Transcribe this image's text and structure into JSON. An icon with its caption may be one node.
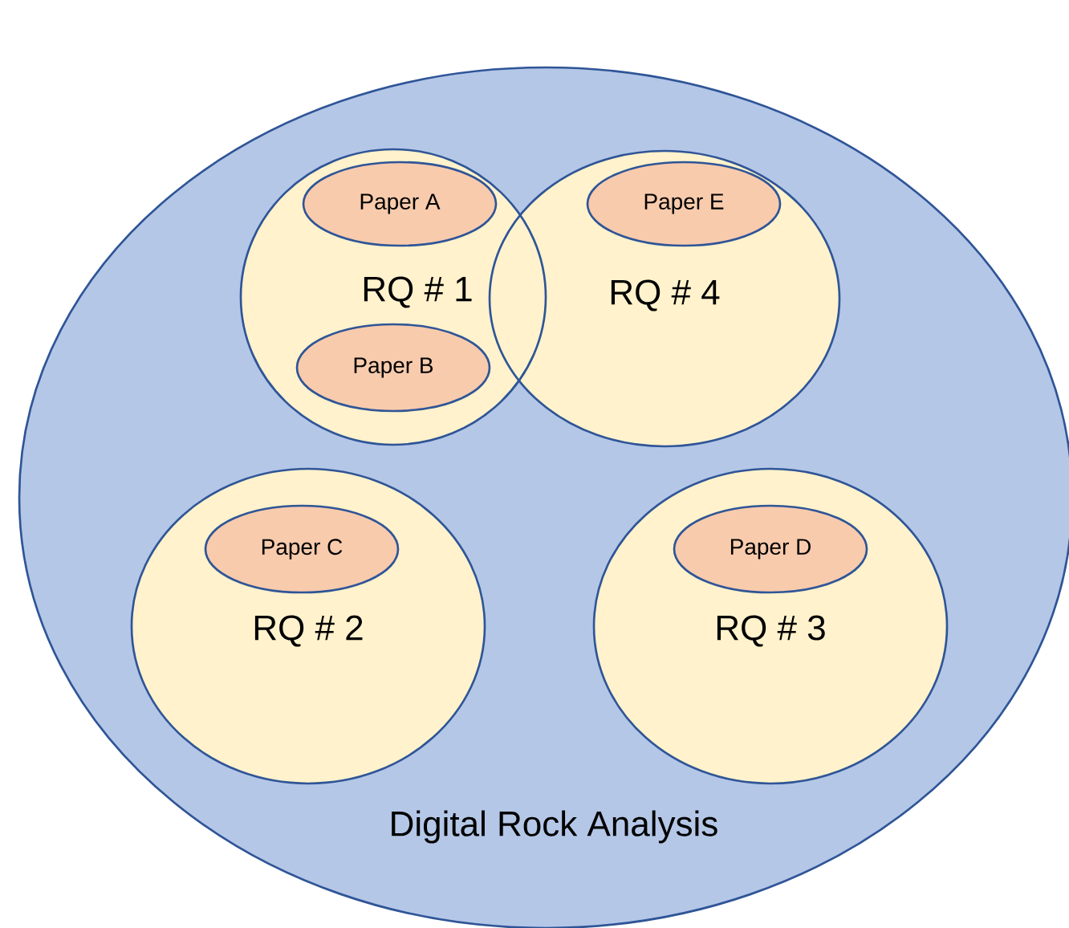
{
  "diagram": {
    "nodes": [
      {
        "text": [
          "Digital Rock Analysis"
        ]
      },
      {
        "text": [
          "RQ # 1"
        ],
        "in": 0
      },
      {
        "text": [
          "Paper A"
        ],
        "in": 1
      },
      {
        "text": [
          "Paper B"
        ],
        "in": 1
      },
      {
        "text": [
          "RQ # 4"
        ],
        "in": 0
      },
      {
        "text": [
          "Paper E"
        ],
        "in": 4
      },
      {
        "text": [
          "RQ # 2"
        ],
        "in": 0
      },
      {
        "text": [
          "Paper C"
        ],
        "in": 6
      },
      {
        "text": [
          "RQ # 3"
        ],
        "in": 0
      },
      {
        "text": [
          "Paper D"
        ],
        "in": 8
      }
    ]
  }
}
